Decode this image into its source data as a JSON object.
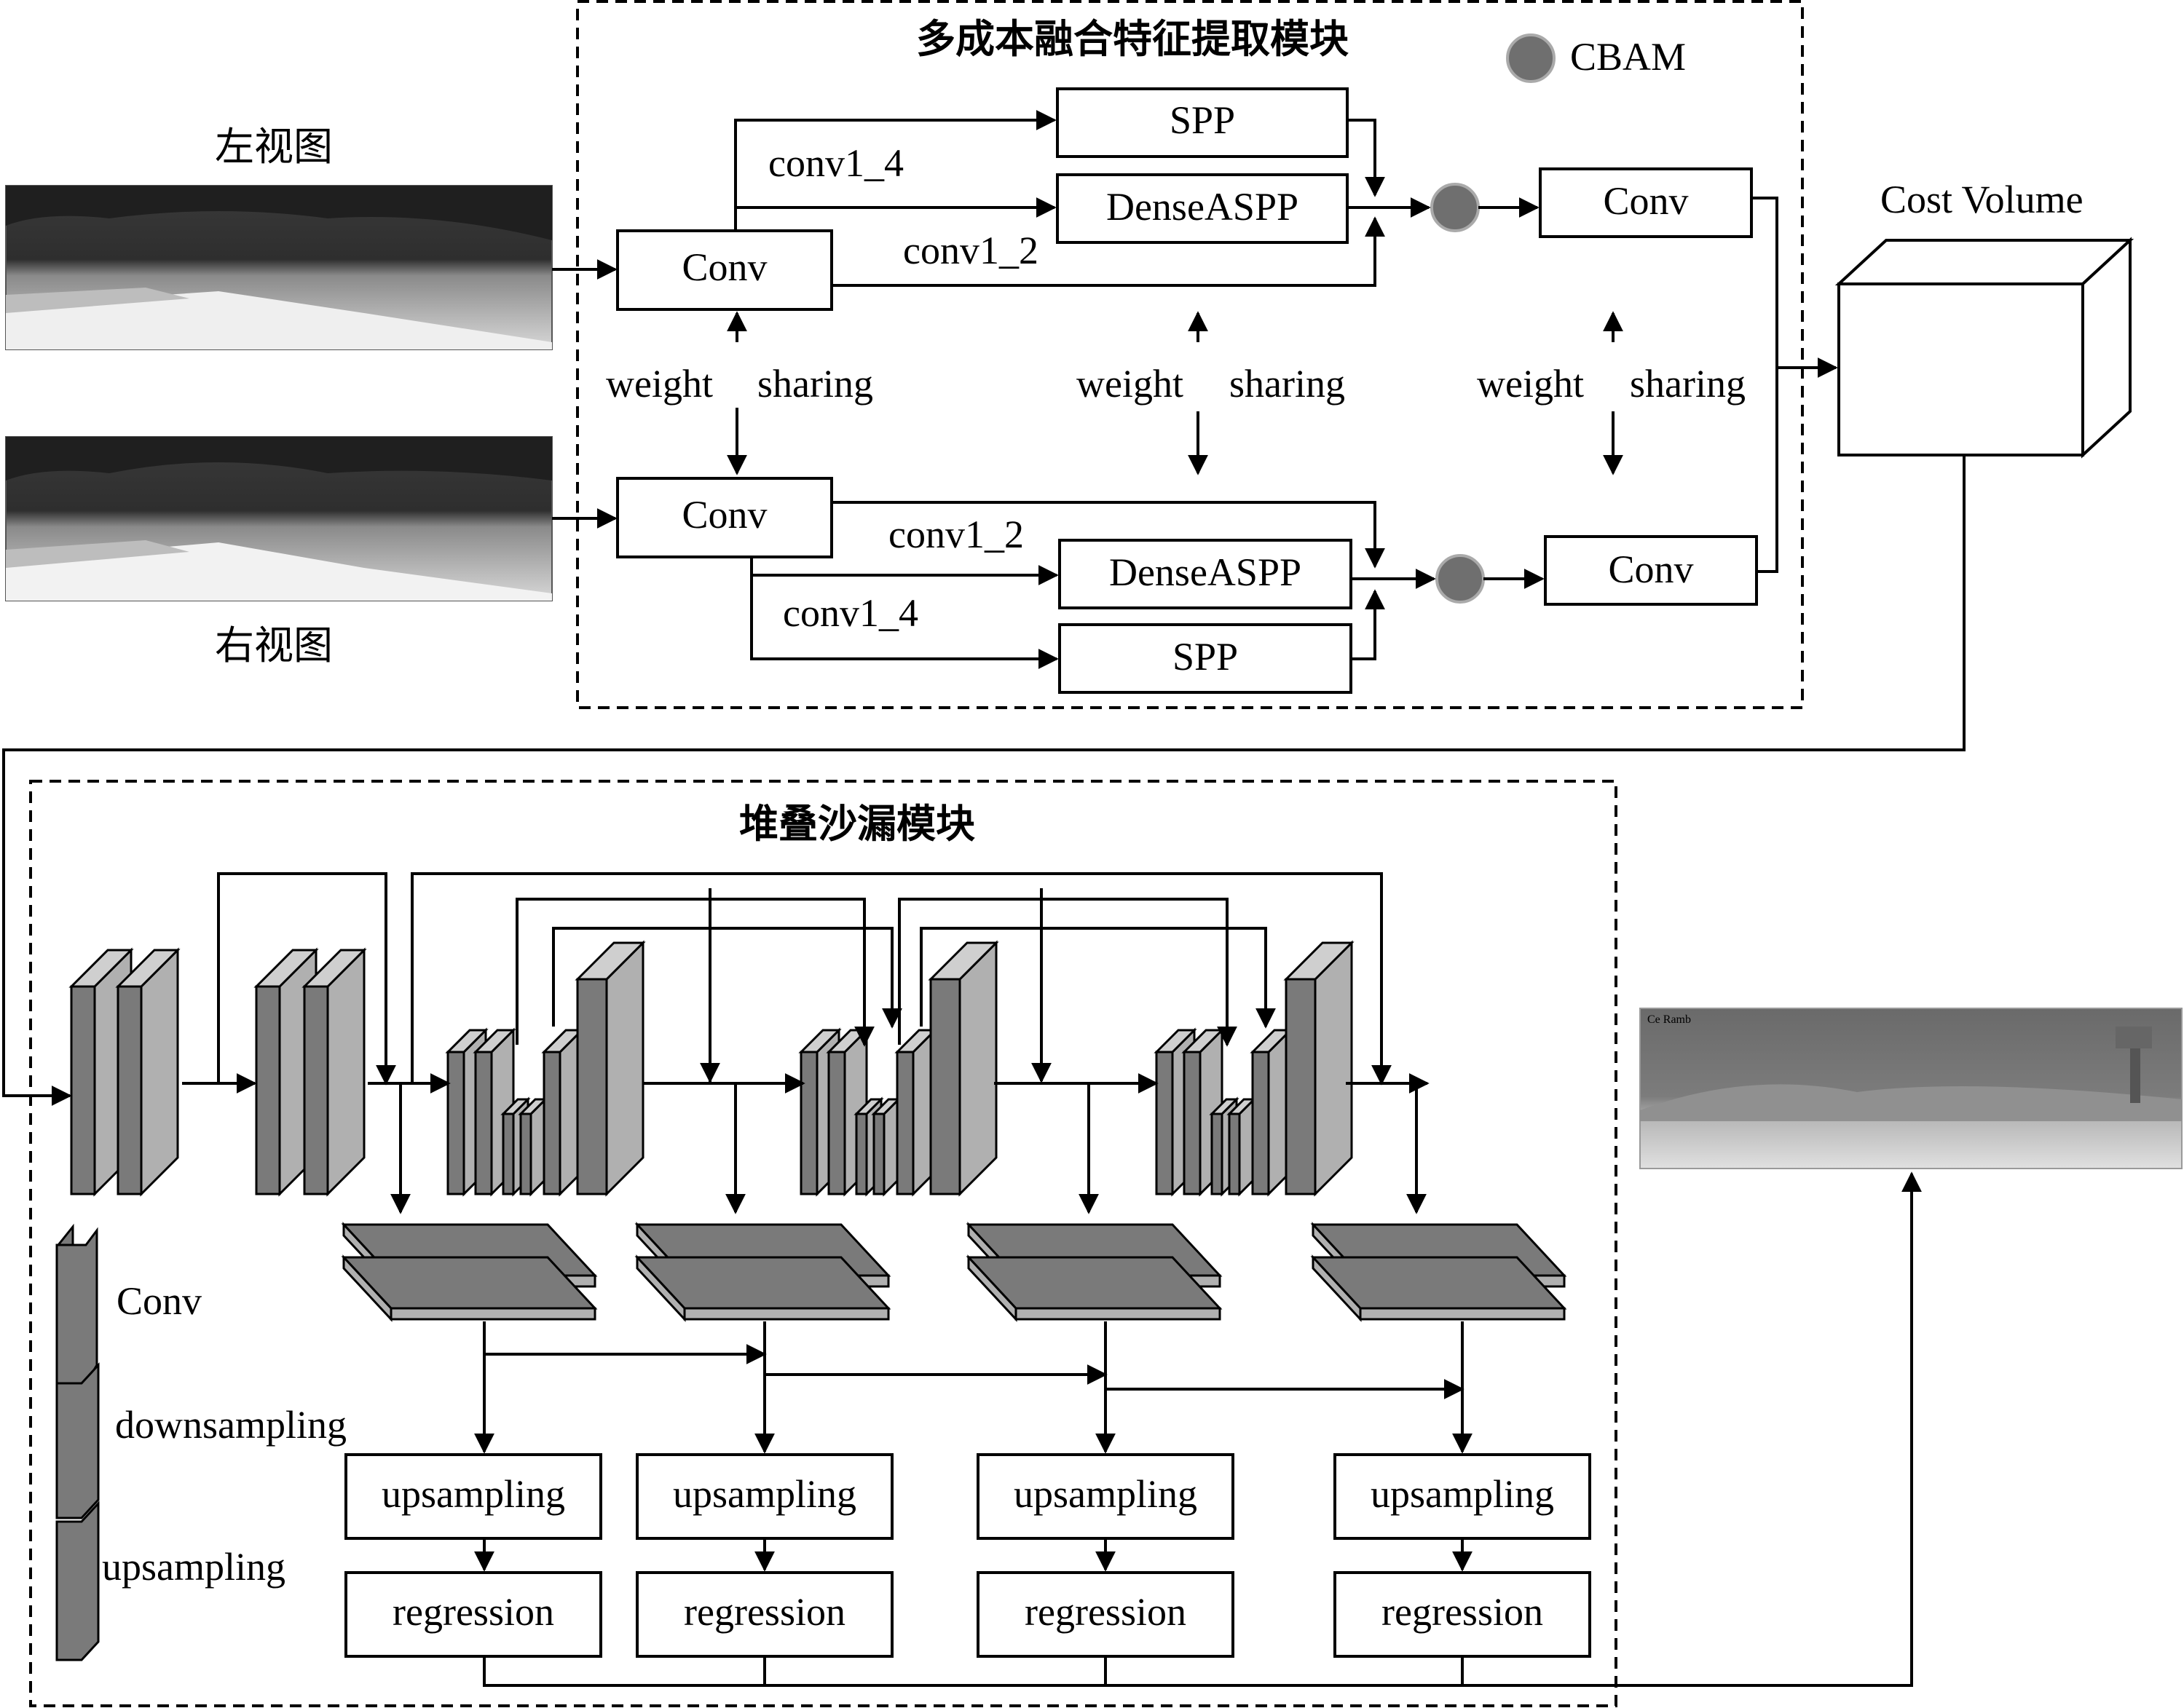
{
  "feature_module": {
    "title": "多成本融合特征提取模块",
    "legend_cbam": "CBAM"
  },
  "left_view_label": "左视图",
  "right_view_label": "右视图",
  "left_branch": {
    "conv_label": "Conv",
    "conv1_4_label": "conv1_4",
    "conv1_2_label": "conv1_2",
    "spp_label": "SPP",
    "denseaspp_label": "DenseASPP",
    "out_conv_label": "Conv"
  },
  "right_branch": {
    "conv_label": "Conv",
    "conv1_2_label": "conv1_2",
    "conv1_4_label": "conv1_4",
    "denseaspp_label": "DenseASPP",
    "spp_label": "SPP",
    "out_conv_label": "Conv"
  },
  "weight_sharing": [
    {
      "left": "weight",
      "right": "sharing"
    },
    {
      "left": "weight",
      "right": "sharing"
    },
    {
      "left": "weight",
      "right": "sharing"
    }
  ],
  "cost_volume_label": "Cost Volume",
  "hourglass_module": {
    "title": "堆叠沙漏模块",
    "legend": {
      "conv": "Conv",
      "downsampling": "downsampling",
      "upsampling": "upsampling"
    },
    "heads": [
      {
        "up": "upsampling",
        "reg": "regression"
      },
      {
        "up": "upsampling",
        "reg": "regression"
      },
      {
        "up": "upsampling",
        "reg": "regression"
      },
      {
        "up": "upsampling",
        "reg": "regression"
      }
    ]
  },
  "output_image_text": "Ce Ramb"
}
